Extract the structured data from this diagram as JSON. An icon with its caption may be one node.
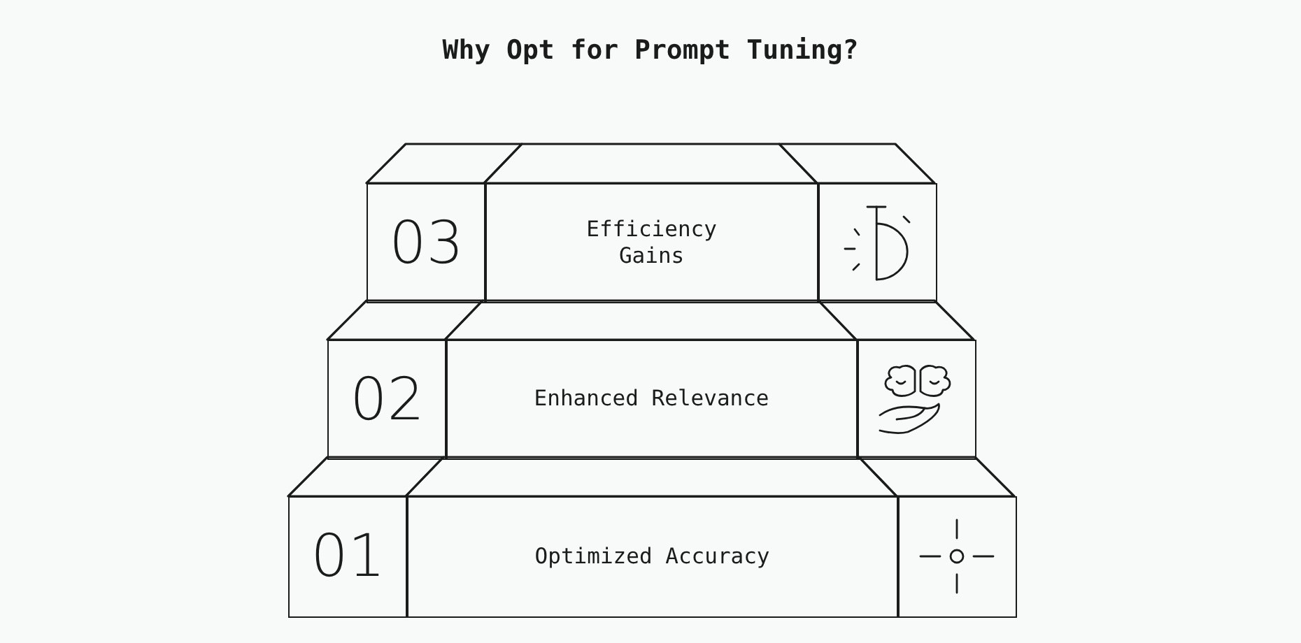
{
  "diagram": {
    "title": "Why Opt for Prompt Tuning?",
    "nodes": [
      {
        "text": [
          "03"
        ]
      },
      {
        "text": [
          "Efficiency Gains"
        ]
      },
      {
        "text": [],
        "shape": "box"
      },
      {
        "text": [
          "02"
        ]
      },
      {
        "text": [
          "Enhanced Relevance"
        ]
      },
      {
        "text": [],
        "shape": "box"
      },
      {
        "text": [
          "01"
        ]
      },
      {
        "text": [
          "Optimized Accuracy"
        ]
      },
      {
        "text": [],
        "shape": "box"
      }
    ]
  }
}
